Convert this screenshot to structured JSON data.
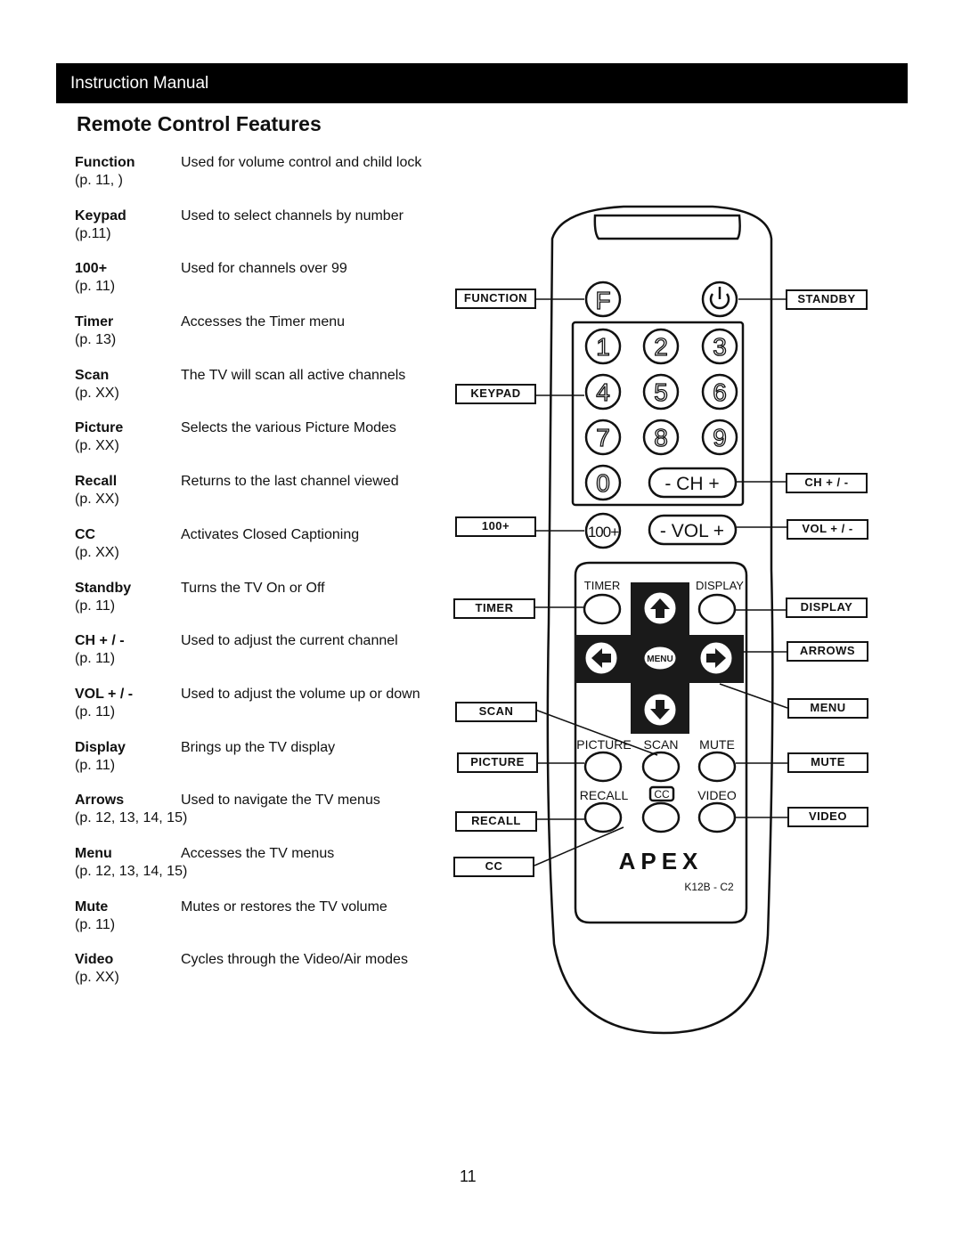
{
  "header": {
    "title": "Instruction Manual"
  },
  "page_title": "Remote Control Features",
  "features": [
    {
      "name": "Function",
      "description": "Used for volume control and child lock",
      "page": "(p. 11, )"
    },
    {
      "name": "Keypad",
      "description": " Used to select channels by number",
      "page": "(p.11)"
    },
    {
      "name": "100+",
      "description": "Used for channels over 99",
      "page": "(p. 11)"
    },
    {
      "name": "Timer",
      "description": "Accesses the Timer menu",
      "page": "(p. 13)"
    },
    {
      "name": "Scan",
      "description": "The TV will scan all active channels",
      "page": "(p. XX)"
    },
    {
      "name": "Picture",
      "description": "Selects the various Picture Modes",
      "page": "(p. XX)"
    },
    {
      "name": "Recall",
      "description": "Returns to the last channel viewed",
      "page": "(p. XX)"
    },
    {
      "name": "CC",
      "description": "Activates Closed Captioning",
      "page": "(p. XX)"
    },
    {
      "name": "Standby",
      "description": "Turns the TV On or Off",
      "page": "(p. 11)"
    },
    {
      "name": "CH  + / -",
      "description": "Used to adjust the current channel",
      "page": "(p. 11)"
    },
    {
      "name": "VOL + / -",
      "description": "Used to adjust the volume up or down",
      "page": "(p. 11)"
    },
    {
      "name": "Display",
      "description": "Brings up the TV display",
      "page": "(p. 11)"
    },
    {
      "name": "Arrows",
      "description": "Used to navigate the TV menus",
      "page": "(p. 12, 13, 14, 15)"
    },
    {
      "name": "Menu",
      "description": "Accesses the TV menus",
      "page": "(p. 12, 13, 14, 15)"
    },
    {
      "name": "Mute",
      "description": "Mutes or restores the TV volume",
      "page": "(p. 11)"
    },
    {
      "name": "Video",
      "description": "Cycles through the Video/Air modes",
      "page": "(p. XX)"
    }
  ],
  "callouts": {
    "function": "FUNCTION",
    "keypad": "KEYPAD",
    "hundred_plus": "100+",
    "timer": "TIMER",
    "scan": "SCAN",
    "picture": "PICTURE",
    "recall": "RECALL",
    "cc": "CC",
    "standby": "STANDBY",
    "ch": "CH + / -",
    "vol": "VOL + / -",
    "display": "DISPLAY",
    "arrows": "ARROWS",
    "menu": "MENU",
    "mute": "MUTE",
    "video": "VIDEO"
  },
  "remote": {
    "digits": [
      "1",
      "2",
      "3",
      "4",
      "5",
      "6",
      "7",
      "8",
      "9",
      "0"
    ],
    "function_key": "F",
    "ch_key": "- CH +",
    "vol_key": "- VOL +",
    "hundred_key": "100+",
    "menu_key": "MENU",
    "timer_key": "TIMER",
    "display_key": "DISPLAY",
    "picture_key": "PICTURE",
    "scan_key": "SCAN",
    "mute_key": "MUTE",
    "recall_key": "RECALL",
    "cc_key": "CC",
    "video_key": "VIDEO",
    "brand": "APEX",
    "model": "K12B - C2"
  },
  "page_number": "11"
}
